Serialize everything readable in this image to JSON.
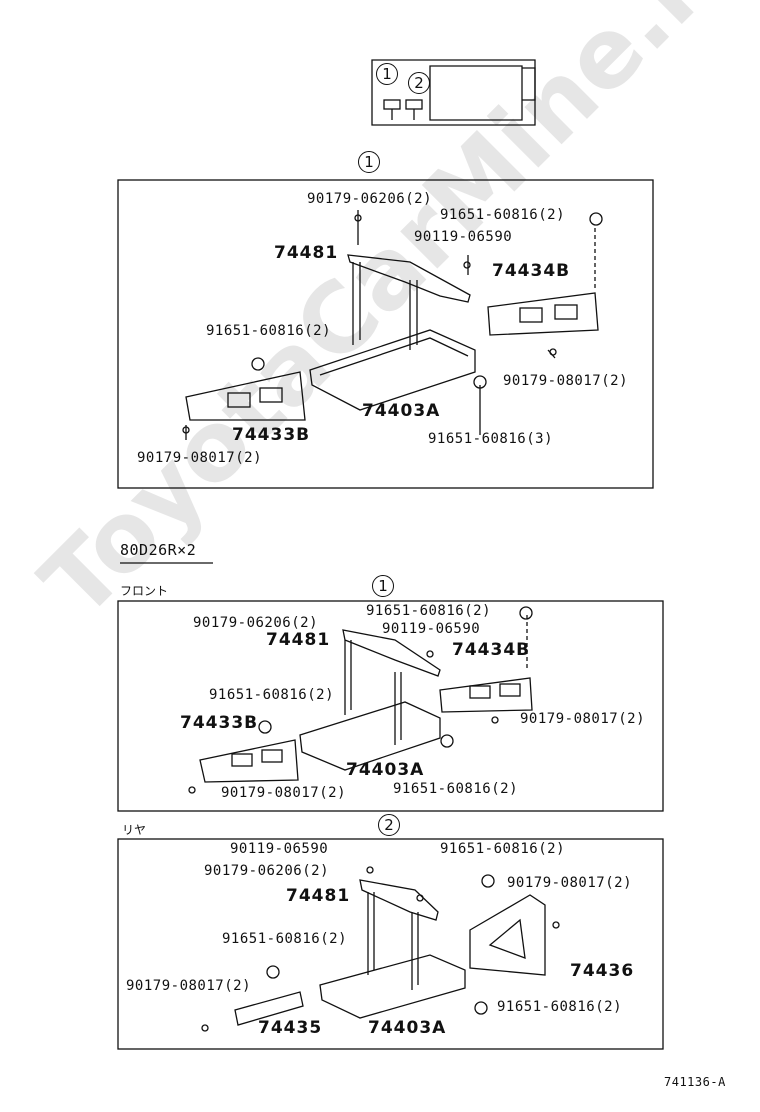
{
  "watermark": "ToyotaCarMine.ru",
  "figure_code": "741136-A",
  "battery_spec": "80D26R×2",
  "sec_front": "フロント",
  "sec_rear": "リヤ",
  "key": {
    "one": "1",
    "two": "2"
  },
  "diagram1": {
    "n06206": "90179-06206(2)",
    "n60816_2b": "91651-60816(2)",
    "n06590": "90119-06590",
    "p74481": "74481",
    "p74434b": "74434B",
    "n60816_2": "91651-60816(2)",
    "n08017_right": "90179-08017(2)",
    "p74403a": "74403A",
    "p74433b": "74433B",
    "n60816_3": "91651-60816(3)",
    "n08017_left": "90179-08017(2)"
  },
  "diagram2": {
    "n60816_top": "91651-60816(2)",
    "n06206": "90179-06206(2)",
    "p74481": "74481",
    "n06590": "90119-06590",
    "p74434b": "74434B",
    "n60816_left": "91651-60816(2)",
    "p74433b": "74433B",
    "n08017_right": "90179-08017(2)",
    "p74403a": "74403A",
    "n08017_left": "90179-08017(2)",
    "n60816_bottom": "91651-60816(2)"
  },
  "diagram3": {
    "n06590": "90119-06590",
    "n60816_top": "91651-60816(2)",
    "n06206": "90179-06206(2)",
    "n08017_right": "90179-08017(2)",
    "p74481": "74481",
    "n60816_left": "91651-60816(2)",
    "p74436": "74436",
    "n08017_left": "90179-08017(2)",
    "n60816_bottom": "91651-60816(2)",
    "p74435": "74435",
    "p74403a": "74403A"
  }
}
